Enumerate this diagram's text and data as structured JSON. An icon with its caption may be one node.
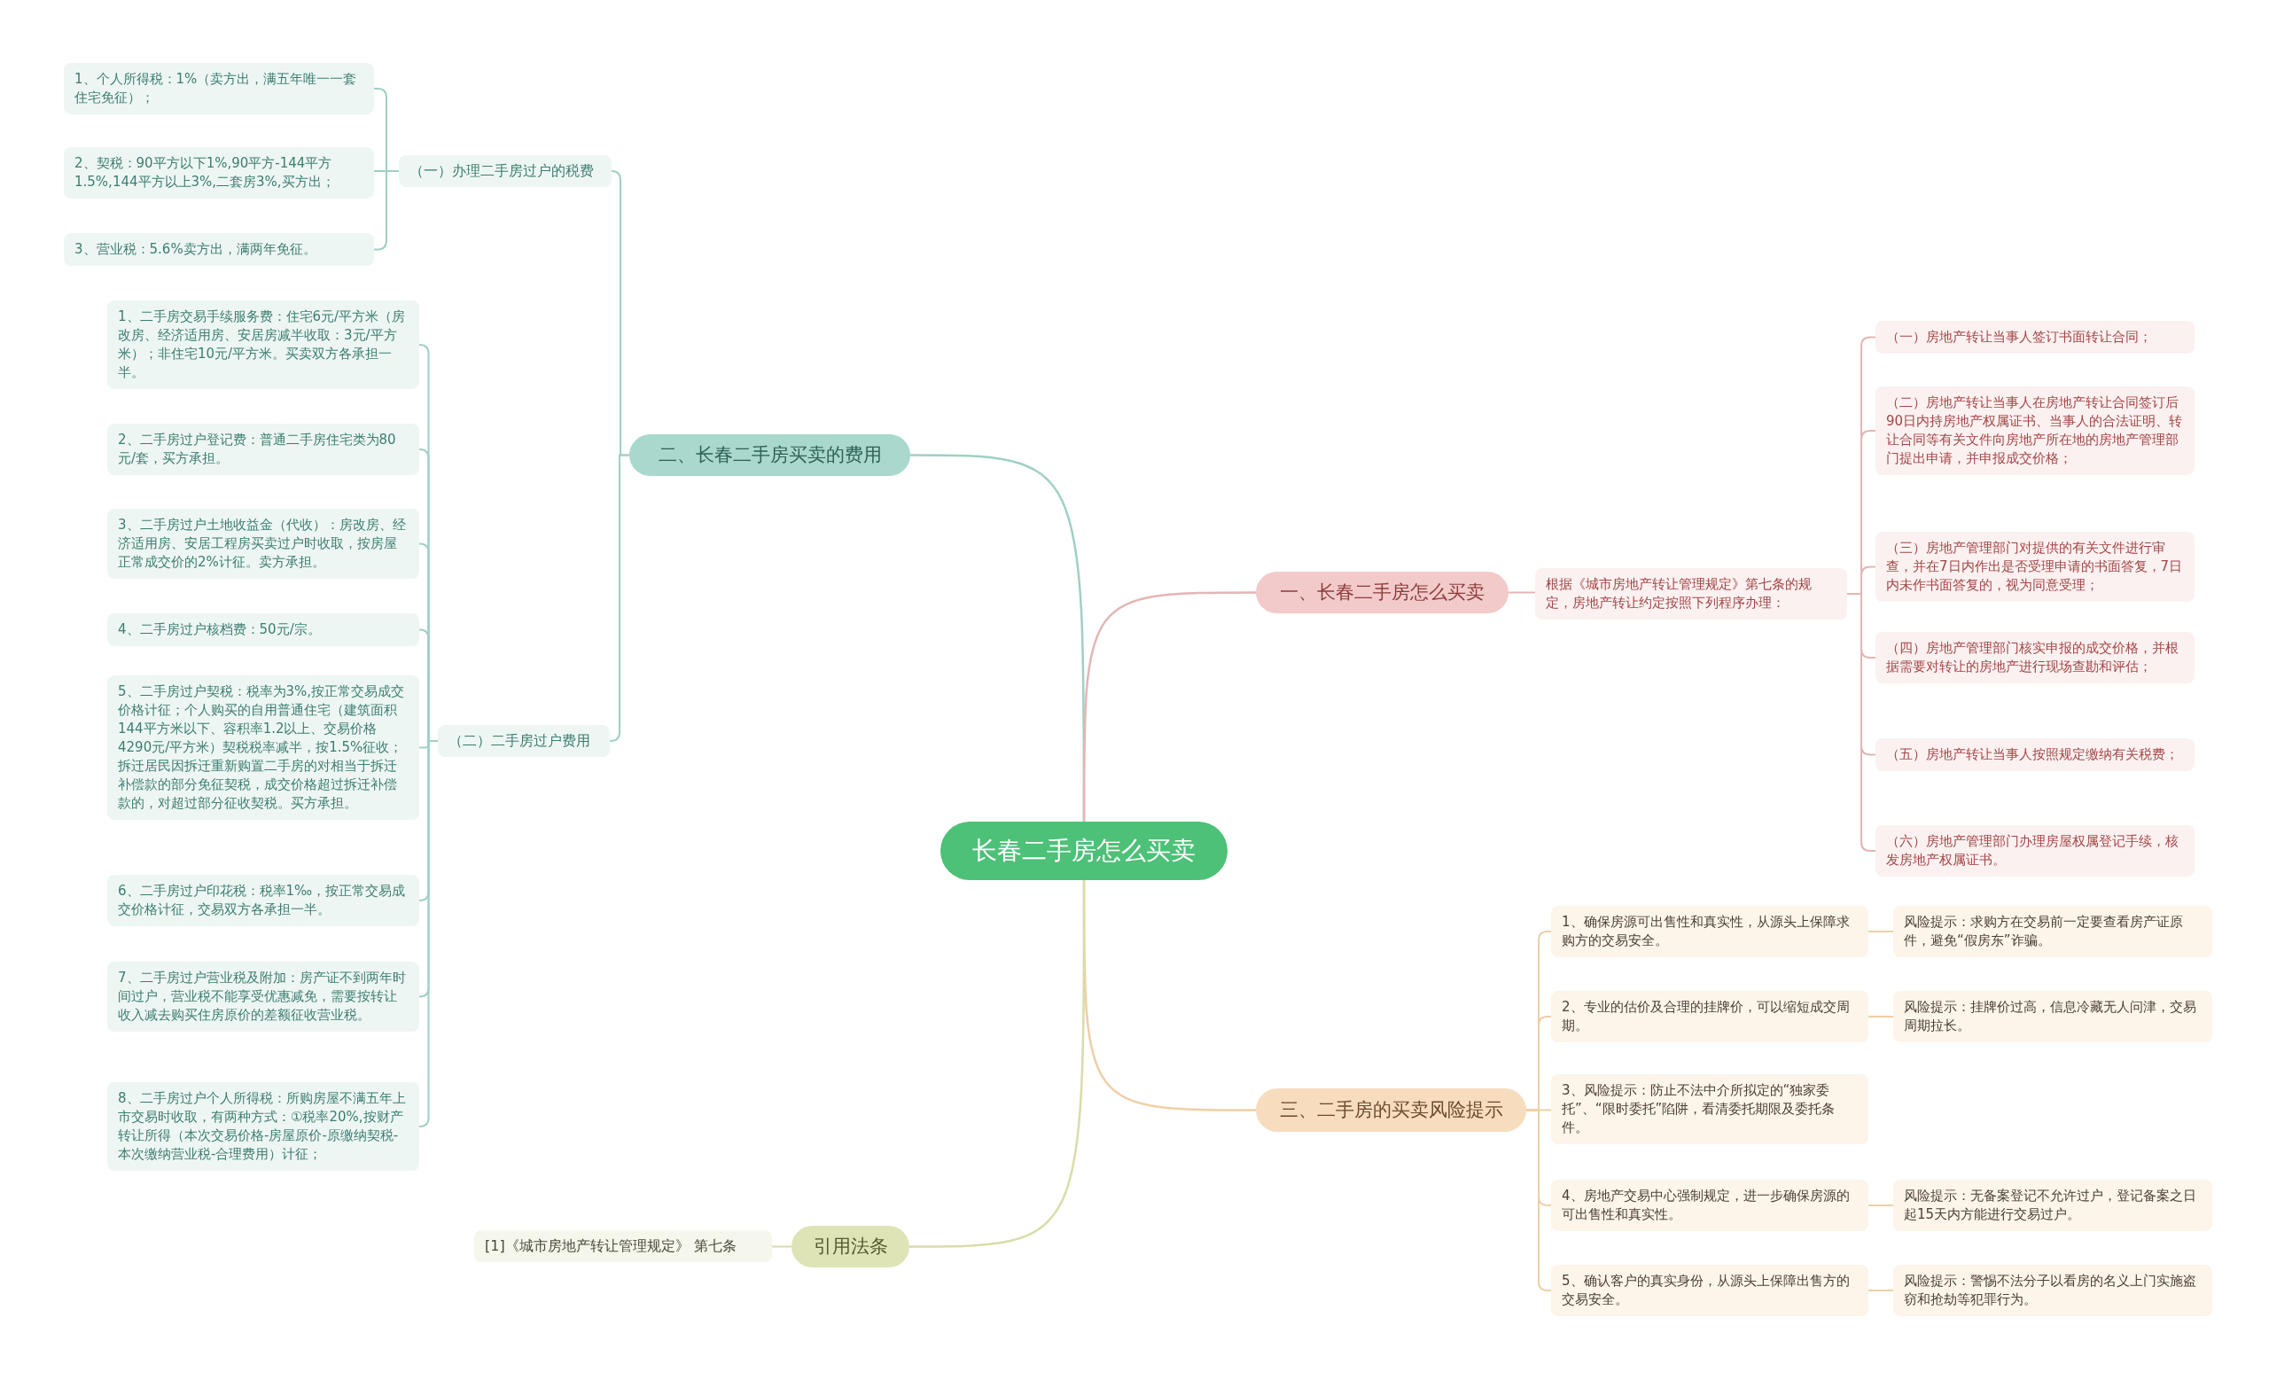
{
  "diagram": {
    "nodes": [
      {
        "text": [
          "长春二手房怎么买卖"
        ]
      },
      {
        "text": [
          "二、长春二手房买卖的费用"
        ]
      },
      {
        "text": [
          "（一）办理二手房过户的税费"
        ]
      },
      {
        "text": [
          "1、个人所得税：1%（卖方出，满五年唯一一套住宅免征）；"
        ]
      },
      {
        "text": [
          "2、契税：90平方以下1%,90平方-144平方1.5%,144平方以上3%,二套房3%,买方出；"
        ]
      },
      {
        "text": [
          "3、营业税：5.6%卖方出，满两年免征。"
        ]
      },
      {
        "text": [
          "（二）二手房过户费用"
        ]
      },
      {
        "text": [
          "1、二手房交易手续服务费：住宅6元/平方米（房改房、经济适用房、安居房减半收取：3元/平方米）；非住宅10元/平方米。买卖双方各承担一半。"
        ]
      },
      {
        "text": [
          "2、二手房过户登记费：普通二手房住宅类为80元/套，买方承担。"
        ]
      },
      {
        "text": [
          "3、二手房过户土地收益金（代收）：房改房、经济适用房、安居工程房买卖过户时收取，按房屋正常成交价的2%计征。卖方承担。"
        ]
      },
      {
        "text": [
          "4、二手房过户核档费：50元/宗。"
        ]
      },
      {
        "text": [
          "5、二手房过户契税：税率为3%,按正常交易成交价格计征；个人购买的自用普通住宅（建筑面积144平方米以下、容积率1.2以上、交易价格4290元/平方米）契税税率减半，按1.5%征收；拆迁居民因拆迁重新购置二手房的对相当于拆迁补偿款的部分免征契税，成交价格超过拆迁补偿款的，对超过部分征收契税。买方承担。"
        ]
      },
      {
        "text": [
          "6、二手房过户印花税：税率1‰，按正常交易成交价格计征，交易双方各承担一半。"
        ]
      },
      {
        "text": [
          "7、二手房过户营业税及附加：房产证不到两年时间过户，营业税不能享受优惠减免，需要按转让收入减去购买住房原价的差额征收营业税。"
        ]
      },
      {
        "text": [
          "8、二手房过户个人所得税：所购房屋不满五年上市交易时收取，有两种方式：①税率20%,按财产转让所得（本次交易价格-房屋原价-原缴纳契税-本次缴纳营业税-合理费用）计征；"
        ]
      },
      {
        "text": [
          "一、长春二手房怎么买卖"
        ]
      },
      {
        "text": [
          "根据《城市房地产转让管理规定》第七条的规定，房地产转让约定按照下列程序办理："
        ]
      },
      {
        "text": [
          "（一）房地产转让当事人签订书面转让合同；"
        ]
      },
      {
        "text": [
          "（二）房地产转让当事人在房地产转让合同签订后90日内持房地产权属证书、当事人的合法证明、转让合同等有关文件向房地产所在地的房地产管理部门提出申请，并申报成交价格；"
        ]
      },
      {
        "text": [
          "（三）房地产管理部门对提供的有关文件进行审查，并在7日内作出是否受理申请的书面答复，7日内未作书面答复的，视为同意受理；"
        ]
      },
      {
        "text": [
          "（四）房地产管理部门核实申报的成交价格，并根据需要对转让的房地产进行现场查勘和评估；"
        ]
      },
      {
        "text": [
          "（五）房地产转让当事人按照规定缴纳有关税费；"
        ]
      },
      {
        "text": [
          "（六）房地产管理部门办理房屋权属登记手续，核发房地产权属证书。"
        ]
      },
      {
        "text": [
          "三、二手房的买卖风险提示"
        ]
      },
      {
        "text": [
          "1、确保房源可出售性和真实性，从源头上保障求购方的交易安全。"
        ]
      },
      {
        "text": [
          "2、专业的估价及合理的挂牌价，可以缩短成交周期。"
        ]
      },
      {
        "text": [
          "3、风险提示：防止不法中介所拟定的“独家委托”、“限时委托”陷阱，看清委托期限及委托条件。"
        ]
      },
      {
        "text": [
          "4、房地产交易中心强制规定，进一步确保房源的可出售性和真实性。"
        ]
      },
      {
        "text": [
          "5、确认客户的真实身份，从源头上保障出售方的交易安全。"
        ]
      },
      {
        "text": [
          "风险提示：求购方在交易前一定要查看房产证原件，避免“假房东”诈骗。"
        ]
      },
      {
        "text": [
          "风险提示：挂牌价过高，信息冷藏无人问津，交易周期拉长。"
        ]
      },
      {
        "text": [
          "风险提示：无备案登记不允许过户，登记备案之日起15天内方能进行交易过户。"
        ]
      },
      {
        "text": [
          "风险提示：警惕不法分子以看房的名义上门实施盗窃和抢劫等犯罪行为。"
        ]
      },
      {
        "text": [
          "引用法条"
        ]
      },
      {
        "text": [
          "[1]《城市房地产转让管理规定》 第七条"
        ]
      }
    ],
    "edges": [
      {
        "from": 0,
        "to": 1,
        "arrow": "none"
      },
      {
        "from": 1,
        "to": 2,
        "arrow": "none"
      },
      {
        "from": 2,
        "to": 3,
        "arrow": "none"
      },
      {
        "from": 2,
        "to": 4,
        "arrow": "none"
      },
      {
        "from": 2,
        "to": 5,
        "arrow": "none"
      },
      {
        "from": 1,
        "to": 6,
        "arrow": "none"
      },
      {
        "from": 6,
        "to": 7,
        "arrow": "none"
      },
      {
        "from": 6,
        "to": 8,
        "arrow": "none"
      },
      {
        "from": 6,
        "to": 9,
        "arrow": "none"
      },
      {
        "from": 6,
        "to": 10,
        "arrow": "none"
      },
      {
        "from": 6,
        "to": 11,
        "arrow": "none"
      },
      {
        "from": 6,
        "to": 12,
        "arrow": "none"
      },
      {
        "from": 6,
        "to": 13,
        "arrow": "none"
      },
      {
        "from": 6,
        "to": 14,
        "arrow": "none"
      },
      {
        "from": 0,
        "to": 15,
        "arrow": "none",
        "color": "#e3b5b5"
      },
      {
        "from": 15,
        "to": 16,
        "arrow": "none",
        "color": "#e3b5b5"
      },
      {
        "from": 16,
        "to": 17,
        "arrow": "none",
        "color": "#e3b5b5"
      },
      {
        "from": 16,
        "to": 18,
        "arrow": "none",
        "color": "#e3b5b5"
      },
      {
        "from": 16,
        "to": 19,
        "arrow": "none",
        "color": "#e3b5b5"
      },
      {
        "from": 16,
        "to": 20,
        "arrow": "none",
        "color": "#e3b5b5"
      },
      {
        "from": 16,
        "to": 21,
        "arrow": "none",
        "color": "#e3b5b5"
      },
      {
        "from": 16,
        "to": 22,
        "arrow": "none",
        "color": "#e3b5b5"
      },
      {
        "from": 0,
        "to": 23,
        "arrow": "none",
        "color": "#efcfa6"
      },
      {
        "from": 23,
        "to": 24,
        "arrow": "none",
        "color": "#efcfa6"
      },
      {
        "from": 23,
        "to": 25,
        "arrow": "none",
        "color": "#efcfa6"
      },
      {
        "from": 23,
        "to": 26,
        "arrow": "none",
        "color": "#efcfa6"
      },
      {
        "from": 23,
        "to": 27,
        "arrow": "none",
        "color": "#efcfa6"
      },
      {
        "from": 23,
        "to": 28,
        "arrow": "none",
        "color": "#efcfa6"
      },
      {
        "from": 24,
        "to": 29,
        "arrow": "none",
        "color": "#efcfa6"
      },
      {
        "from": 25,
        "to": 30,
        "arrow": "none",
        "color": "#efcfa6"
      },
      {
        "from": 27,
        "to": 31,
        "arrow": "none",
        "color": "#efcfa6"
      },
      {
        "from": 28,
        "to": 32,
        "arrow": "none",
        "color": "#efcfa6"
      },
      {
        "from": 0,
        "to": 33,
        "arrow": "none",
        "color": "#d9dca8"
      },
      {
        "from": 33,
        "to": 34,
        "arrow": "none",
        "color": "#d9dca8"
      }
    ]
  }
}
